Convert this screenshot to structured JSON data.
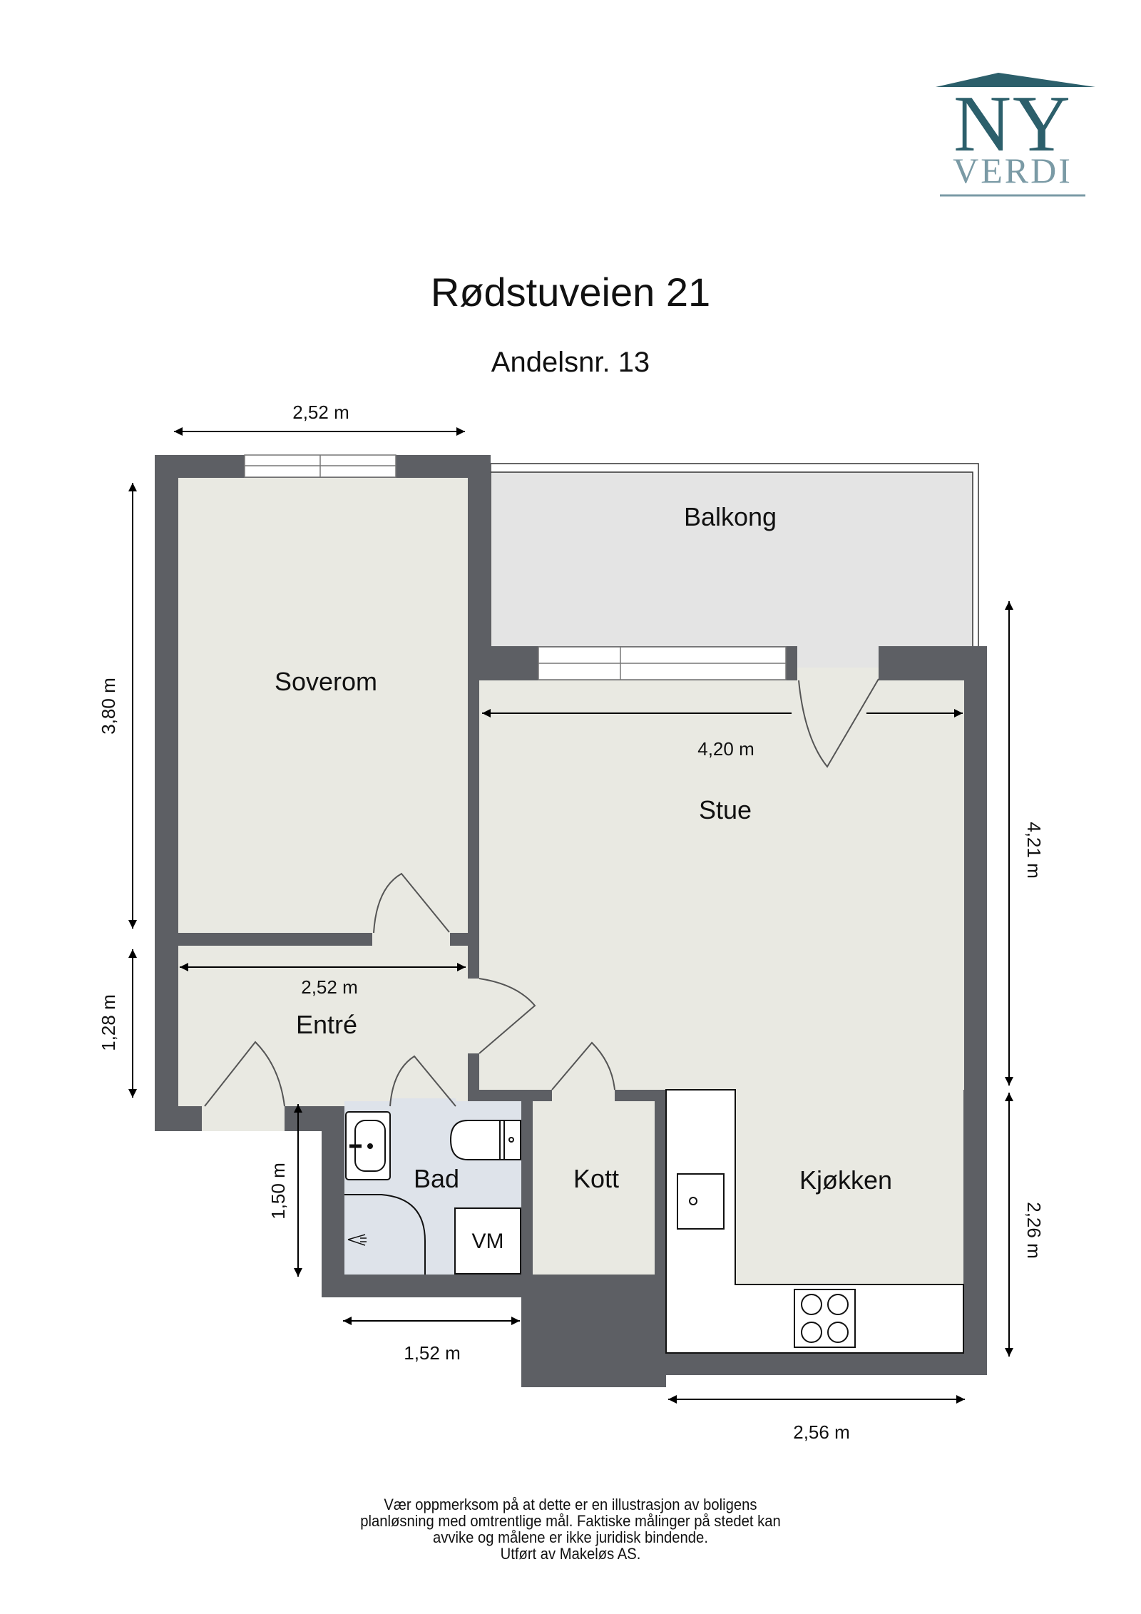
{
  "logo": {
    "line1": "NY",
    "line2": "VERDI",
    "colors": {
      "primary": "#2c5f6b",
      "secondary": "#7a9aa5"
    }
  },
  "header": {
    "title": "Rødstuveien 21",
    "subtitle": "Andelsnr. 13"
  },
  "rooms": {
    "soverom": {
      "label": "Soverom"
    },
    "balkong": {
      "label": "Balkong"
    },
    "stue": {
      "label": "Stue"
    },
    "entre": {
      "label": "Entré"
    },
    "bad": {
      "label": "Bad"
    },
    "kott": {
      "label": "Kott"
    },
    "kjokken": {
      "label": "Kjøkken"
    }
  },
  "fixtures": {
    "washing_machine": "VM"
  },
  "dimensions": {
    "soverom_width": "2,52 m",
    "soverom_height": "3,80 m",
    "stue_width": "4,20 m",
    "stue_height": "4,21 m",
    "entre_width": "2,52 m",
    "entre_height": "1,28 m",
    "bad_height": "1,50 m",
    "bad_width": "1,52 m",
    "kjokken_width": "2,56 m",
    "kjokken_height": "2,26 m"
  },
  "colors": {
    "wall": "#5d5f64",
    "floor": "#e9e9e2",
    "balcony": "#e4e4e4",
    "bathroom": "#dee3ea"
  },
  "footer": {
    "lines": [
      "Vær oppmerksom på at dette er en illustrasjon av boligens",
      "planløsning med omtrentlige mål. Faktiske målinger på stedet kan",
      "avvike og målene er ikke juridisk bindende.",
      "Utført av Makeløs AS."
    ]
  }
}
